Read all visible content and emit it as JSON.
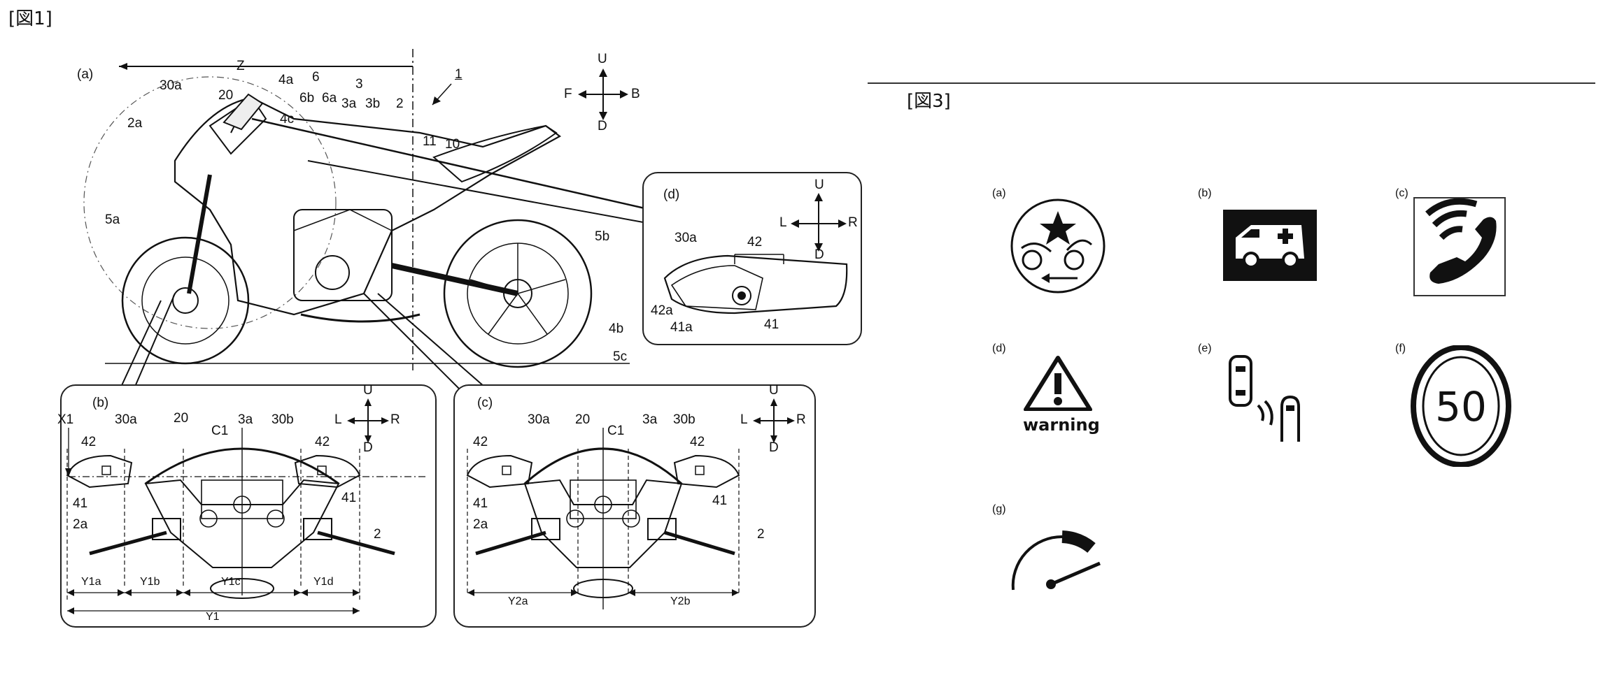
{
  "figure1": {
    "title": "[図1]",
    "panel_a": {
      "tag": "(a)",
      "labels": [
        "Z",
        "1",
        "30a",
        "20",
        "4a",
        "6",
        "3",
        "6b",
        "6a",
        "3a",
        "3b",
        "2",
        "2a",
        "4c",
        "11",
        "10",
        "5a",
        "5b",
        "4b",
        "5c"
      ],
      "directions": {
        "up": "U",
        "down": "D",
        "front": "F",
        "back": "B"
      }
    },
    "panel_b": {
      "tag": "(b)",
      "labels": [
        "X1",
        "30a",
        "20",
        "C1",
        "3a",
        "30b",
        "42",
        "42",
        "41",
        "41",
        "2a",
        "2",
        "Y1a",
        "Y1b",
        "Y1c",
        "Y1d",
        "Y1"
      ],
      "directions": {
        "up": "U",
        "down": "D",
        "left": "L",
        "right": "R"
      }
    },
    "panel_c": {
      "tag": "(c)",
      "labels": [
        "30a",
        "20",
        "C1",
        "3a",
        "30b",
        "42",
        "42",
        "41",
        "41",
        "2a",
        "2",
        "Y2a",
        "Y2b"
      ],
      "directions": {
        "up": "U",
        "down": "D",
        "left": "L",
        "right": "R"
      }
    },
    "panel_d": {
      "tag": "(d)",
      "labels": [
        "30a",
        "42",
        "42a",
        "41a",
        "41"
      ],
      "directions": {
        "up": "U",
        "down": "D",
        "left": "L",
        "right": "R"
      }
    }
  },
  "figure3": {
    "title": "[図3]",
    "icons": [
      {
        "tag": "(a)",
        "icon": "collision-warning-icon"
      },
      {
        "tag": "(b)",
        "icon": "ambulance-icon"
      },
      {
        "tag": "(c)",
        "icon": "phone-call-icon"
      },
      {
        "tag": "(d)",
        "icon": "warning-icon",
        "caption": "warning"
      },
      {
        "tag": "(e)",
        "icon": "vehicle-proximity-icon"
      },
      {
        "tag": "(f)",
        "icon": "speed-limit-sign-icon",
        "value": "50"
      },
      {
        "tag": "(g)",
        "icon": "speedometer-icon"
      }
    ]
  },
  "colors": {
    "ink": "#111111",
    "paper": "#ffffff"
  }
}
